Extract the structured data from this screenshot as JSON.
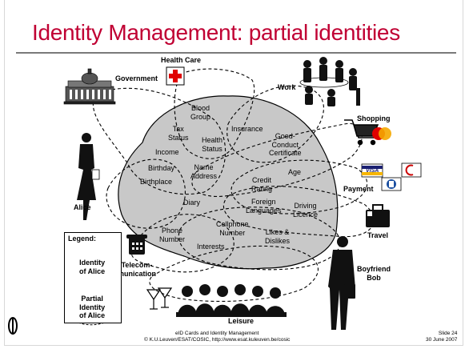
{
  "title": "Identity Management: partial identities",
  "identity_attributes": {
    "blood_group": "Blood\nGroup",
    "tax_status": "Tax\nStatus",
    "health_status": "Health\nStatus",
    "insurance": "Insurance",
    "good_conduct": "Good-\nConduct\nCertificate",
    "income": "Income",
    "birthday": "Birthday",
    "name_address": "Name\nAddress",
    "age": "Age",
    "birthplace": "Birthplace",
    "credit_rating": "Credit\nRating",
    "diary": "Diary",
    "foreign_languages": "Foreign\nLanguages",
    "driving_licence": "Driving\nLicence",
    "cellphone_number": "Cellphone\nNumber",
    "phone_number": "Phone\nNumber",
    "likes_dislikes": "Likes &\nDislikes",
    "interests": "Interests"
  },
  "contexts": {
    "health_care": "Health Care",
    "government": "Government",
    "work": "Work",
    "shopping": "Shopping",
    "payment": "Payment",
    "travel": "Travel",
    "boyfriend_bob": "Boyfriend\nBob",
    "leisure": "Leisure",
    "telecommunication": "Telecom-\nmunication",
    "alice": "Alice"
  },
  "legend": {
    "title": "Legend:",
    "identity": "Identity\nof Alice",
    "partial_identity": "Partial\nIdentity\nof Alice"
  },
  "card_labels": {
    "visa": "VISA"
  },
  "footer": {
    "center": "eID Cards and Identity Management\n© K.U.Leuven/ESAT/COSIC, http://www.esat.kuleuven.be/cosic",
    "slide": "Slide 24\n30 June 2007"
  },
  "colors": {
    "title": "#c00033",
    "identity_fill": "#c8c8c8",
    "red_cross": "#e00000"
  }
}
